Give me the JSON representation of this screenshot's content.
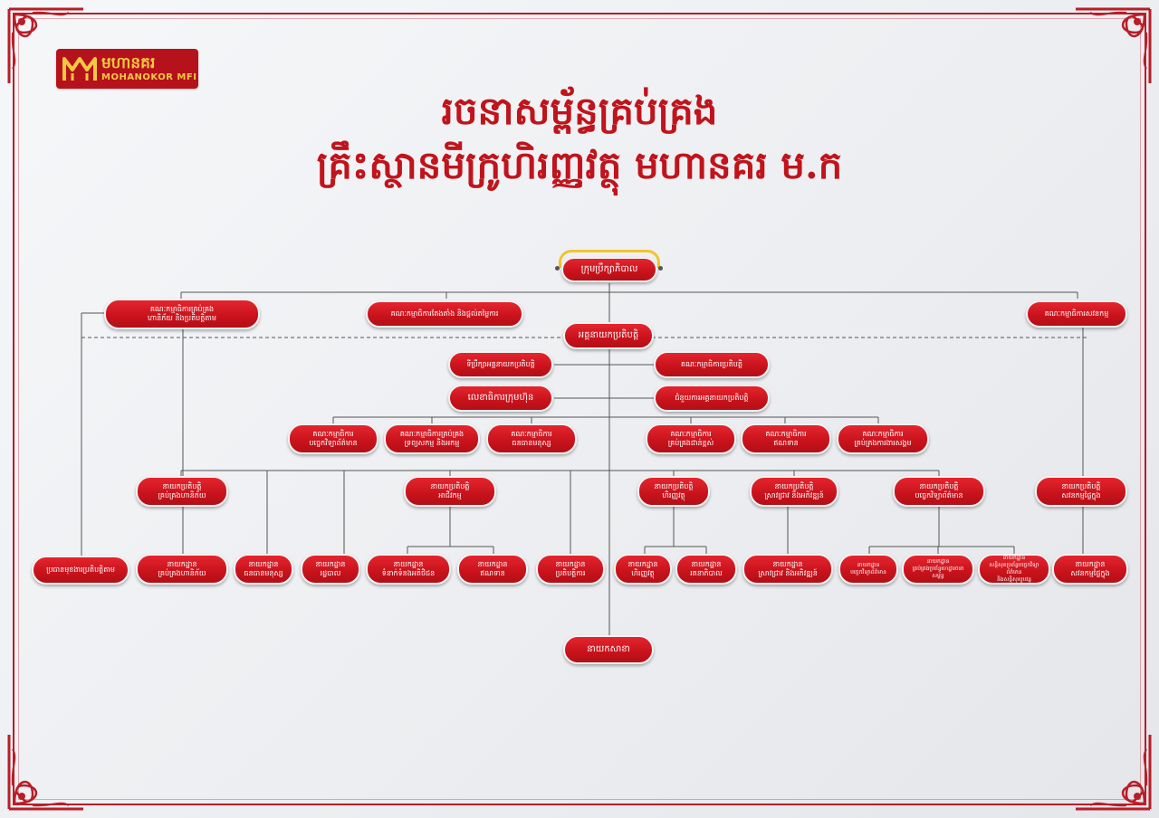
{
  "logo": {
    "name_kh": "មហានគរ",
    "name_en": "MOHANOKOR MFI"
  },
  "title": {
    "line1": "រចនាសម្ព័ន្ធគ្រប់គ្រង",
    "line2": "គ្រឹះស្ថានមីក្រូហិរញ្ញវត្ថុ មហានគរ ម.ក"
  },
  "colors": {
    "accent": "#c8121b",
    "frame": "#b81e28",
    "gold": "#f2c330"
  },
  "nodes": {
    "board": "ក្រុមប្រឹក្សាភិបាល",
    "risk_committee": "គណៈកម្មាធិការគ្រប់គ្រង\nហានិភ័យ និងប្រតិបត្តិតាម",
    "nomination_committee": "គណៈកម្មាធិការតែងតាំង និងផ្តល់តម្លៃការ",
    "audit_committee": "គណៈកម្មាធិការសវនកម្ម",
    "ceo": "អគ្គនាយកប្រតិបត្តិ",
    "ceo_advisor": "ទីប្រឹក្សាអគ្គនាយកប្រតិបត្តិ",
    "exec_committee": "គណៈកម្មាធិការប្រតិបត្តិ",
    "company_secretary": "លេខាធិការក្រុមហ៊ុន",
    "deputy_ceo": "ជំនួយការអគ្គនាយកប្រតិបត្តិ",
    "it_committee": "គណៈកម្មាធិការ\nបច្ចេកវិទ្យាព័ត៌មាន",
    "alco_committee": "គណៈកម្មាធិការគ្រប់គ្រង\nទ្រព្យសកម្ម និងអកម្ម",
    "hr_committee": "គណៈកម្មាធិការ\nធនធានមនុស្ស",
    "senior_committee": "គណៈកម្មាធិការ\nគ្រប់គ្រងជាន់ខ្ពស់",
    "credit_committee": "គណៈកម្មាធិការ\nឥណទាន",
    "social_committee": "គណៈកម្មាធិការ\nគ្រប់គ្រងការងារសង្គម",
    "cro": "នាយកប្រតិបត្តិ\nគ្រប់គ្រងហានិភ័យ",
    "cbo": "នាយកប្រតិបត្តិ\nអាជីវកម្ម",
    "cfo": "នាយកប្រតិបត្តិ\nហិរញ្ញវត្ថុ",
    "cdo": "នាយកប្រតិបត្តិ\nស្រាវជ្រាវ និងអភិវឌ្ឍន៍",
    "cio": "នាយកប្រតិបត្តិ\nបច្ចេកវិទ្យាព័ត៌មាន",
    "cia": "នាយកប្រតិបត្តិ\nសវនកម្មផ្ទៃក្នុង",
    "compliance_head": "ប្រធានមុខងារប្រតិបត្តិតាម",
    "risk_dept": "នាយកដ្ឋាន\nគ្រប់គ្រងហានិភ័យ",
    "hr_dept": "នាយកដ្ឋាន\nធនធានមនុស្ស",
    "admin_dept": "នាយកដ្ឋាន\nរដ្ឋបាល",
    "customer_dept": "នាយកដ្ឋាន\nទំនាក់ទំនងអតិថិជន",
    "credit_dept": "នាយកដ្ឋាន\nឥណទាន",
    "ops_dept": "នាយកដ្ឋាន\nប្រតិបត្តិការ",
    "finance_dept": "នាយកដ្ឋាន\nហិរញ្ញវត្ថុ",
    "treasury_dept": "នាយកដ្ឋាន\nរតនាភិបាល",
    "rd_dept": "នាយកដ្ឋាន\nស្រាវជ្រាវ និងអភិវឌ្ឍន៍",
    "it_dept": "នាយកដ្ឋាន\nបច្ចេកវិទ្យាព័ត៌មាន",
    "it_infra_dept": "នាយកដ្ឋាន\nគ្រប់គ្រងប្រព័ន្ធហេដ្ឋារចនាសម្ព័ន្ធ",
    "it_security_dept": "នាយកដ្ឋាន\nសន្តិសុខប្រព័ន្ធបច្ចេកវិទ្យាព័ត៌មាន\nនិងសន្តិសុខរូបវន្ត",
    "audit_dept": "នាយកដ្ឋាន\nសវនកម្មផ្ទៃក្នុង",
    "branch_head": "នាយកសាខា"
  }
}
